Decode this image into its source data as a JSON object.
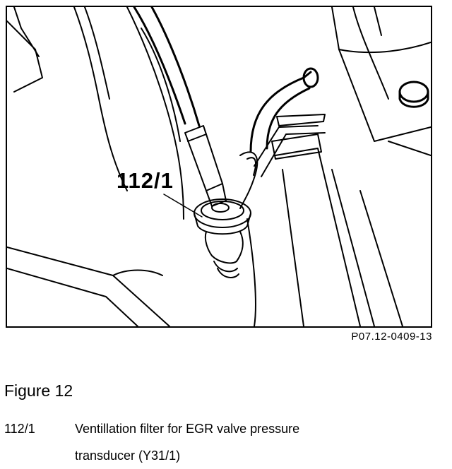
{
  "figure": {
    "callout_label": "112/1",
    "code": "P07.12-0409-13",
    "title": "Figure 12"
  },
  "legend": {
    "items": [
      {
        "key": "112/1",
        "description_lines": [
          "Ventillation filter for EGR valve pressure",
          "transducer (Y31/1)"
        ]
      }
    ]
  }
}
